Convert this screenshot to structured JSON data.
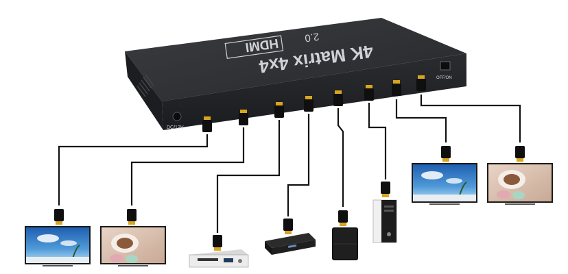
{
  "device": {
    "brand_logo": "HDMI",
    "version_label": "2.0",
    "product_label": "4K Matrix 4x4",
    "power_label": "DC/12V",
    "switch_label": "OFF/ON"
  },
  "colors": {
    "device_body": "#26282b",
    "device_top": "#2f3134",
    "cable": "#111111",
    "plug_gold": "#d9a520",
    "sky_blue": "#3f86cf",
    "tv_frame": "#1a1a1a"
  },
  "displays": [
    {
      "kind": "tv",
      "screen": "beach"
    },
    {
      "kind": "tv",
      "screen": "coffee"
    },
    {
      "kind": "tv",
      "screen": "beach"
    },
    {
      "kind": "tv",
      "screen": "coffee"
    }
  ],
  "sources": [
    {
      "kind": "dvd-player"
    },
    {
      "kind": "set-top-box"
    },
    {
      "kind": "game-console"
    },
    {
      "kind": "pc-tower"
    }
  ]
}
